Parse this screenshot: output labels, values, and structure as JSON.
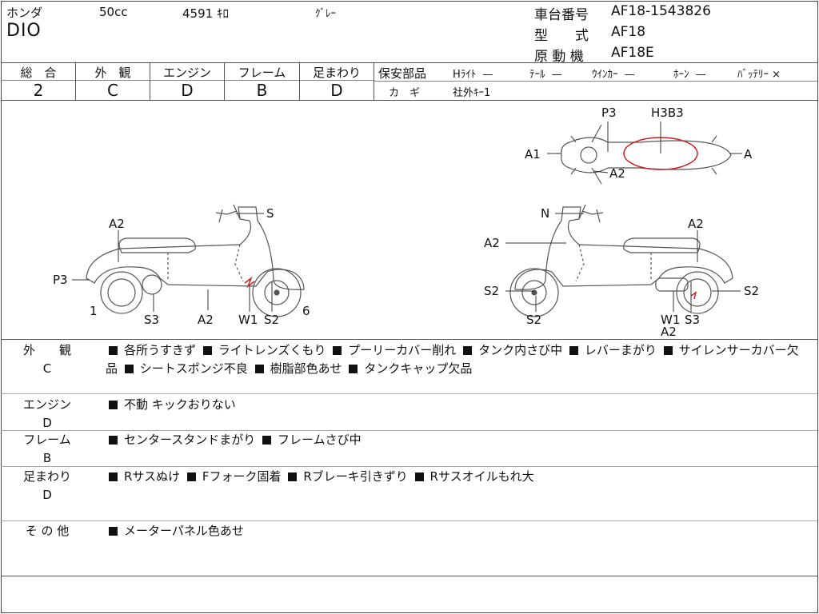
{
  "header": {
    "maker": "ホンダ",
    "model": "DIO",
    "displacement": "50cc",
    "mileage": "4591 ｷﾛ",
    "color": "ｸﾞﾚｰ",
    "frame_number_label": "車台番号",
    "frame_number": "AF18-1543826",
    "type_label": "型　　式",
    "type_value": "AF18",
    "engine_label": "原 動 機",
    "engine_value": "AF18E"
  },
  "grades": [
    {
      "label": "総　合",
      "value": "2"
    },
    {
      "label": "外　観",
      "value": "C"
    },
    {
      "label": "エンジン",
      "value": "D"
    },
    {
      "label": "フレーム",
      "value": "B"
    },
    {
      "label": "足まわり",
      "value": "D"
    }
  ],
  "safety": {
    "label": "保安部品",
    "items": [
      {
        "name": "Hﾗｲﾄ",
        "status": "—"
      },
      {
        "name": "ﾃｰﾙ",
        "status": "—"
      },
      {
        "name": "ｳｲﾝｶｰ",
        "status": "—"
      },
      {
        "name": "ﾎｰﾝ",
        "status": "—"
      },
      {
        "name": "ﾊﾞｯﾃﾘｰ",
        "status": "×"
      }
    ],
    "key_label": "カ　ギ",
    "key_value": "社外ｷｰ1"
  },
  "diagram": {
    "left_labels": [
      "S",
      "A2",
      "P3",
      "1",
      "S3",
      "A2",
      "W1",
      "S2",
      "6"
    ],
    "right_labels": [
      "N",
      "A2",
      "A2",
      "S2",
      "S2",
      "W1",
      "A2",
      "S3",
      "S2"
    ],
    "top_labels": [
      "P3",
      "H3B3",
      "A1",
      "A",
      "A2"
    ],
    "damage_color": "#cc2222"
  },
  "sections": [
    {
      "title": "外　　観",
      "grade": "C",
      "items": [
        "各所うすきず",
        "ライトレンズくもり",
        "プーリーカバー削れ",
        "タンク内さび中",
        "レバーまがり",
        "サイレンサーカバー欠品",
        "シートスポンジ不良",
        "樹脂部色あせ",
        "タンクキャップ欠品"
      ]
    },
    {
      "title": "エンジン",
      "grade": "D",
      "items": [
        "不動 キックおりない"
      ]
    },
    {
      "title": "フレーム",
      "grade": "B",
      "items": [
        "センタースタンドまがり",
        "フレームさび中"
      ]
    },
    {
      "title": "足まわり",
      "grade": "D",
      "items": [
        "Rサスぬけ",
        "Fフォーク固着",
        "Rブレーキ引きずり",
        "Rサスオイルもれ大"
      ]
    },
    {
      "title": "そ の 他",
      "grade": "",
      "items": [
        "メーターパネル色あせ"
      ]
    }
  ]
}
